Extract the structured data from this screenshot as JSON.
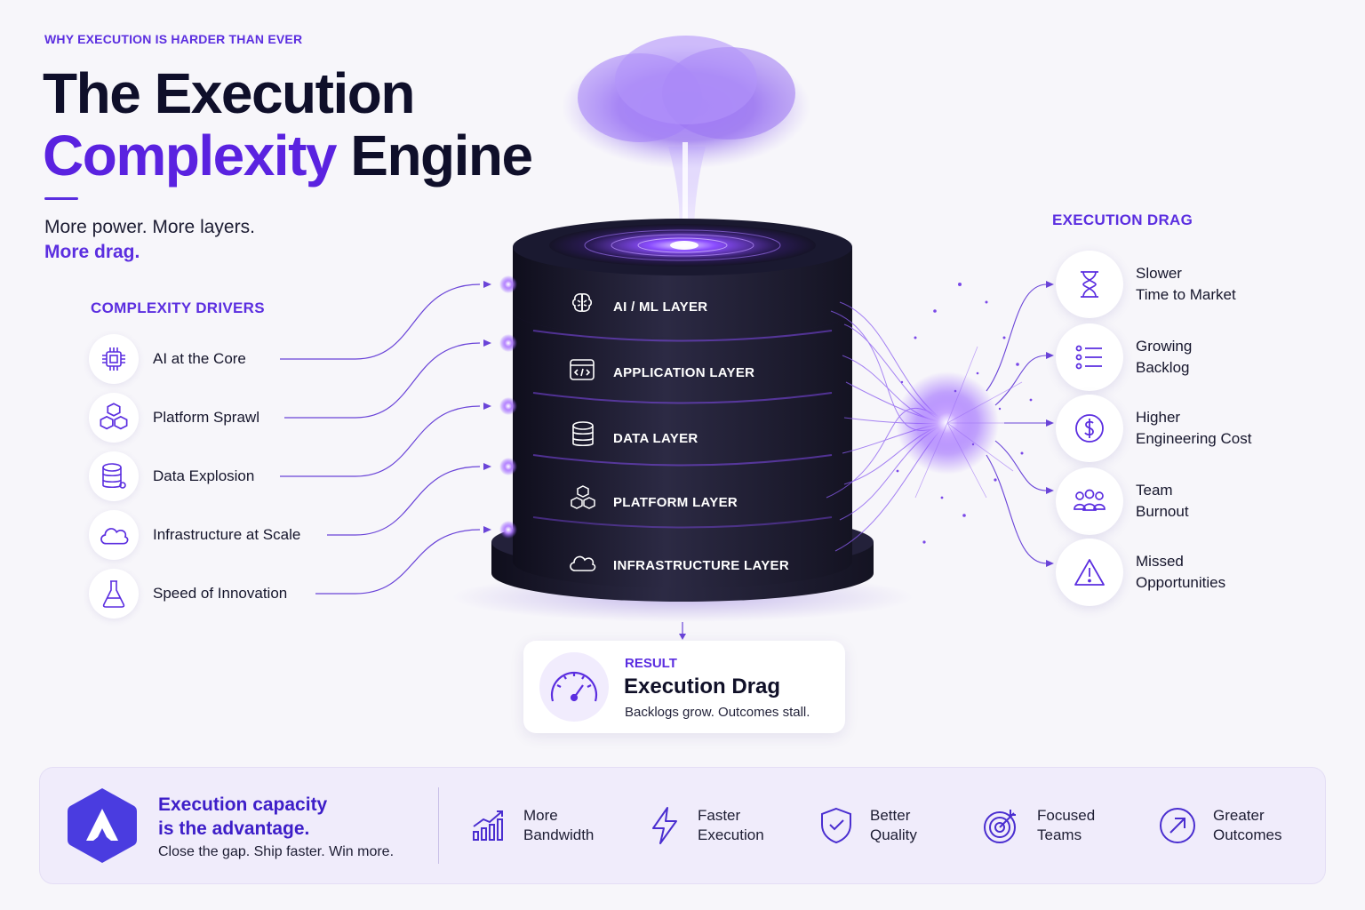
{
  "header": {
    "eyebrow": "WHY EXECUTION IS HARDER THAN EVER",
    "title_line1": "The Execution",
    "title_accent": "Complexity",
    "title_rest": " Engine",
    "subtitle_line1": "More power. More layers.",
    "subtitle_line2": "More drag."
  },
  "drivers": {
    "heading": "COMPLEXITY DRIVERS",
    "items": [
      {
        "label": "AI at the Core",
        "icon": "chip-icon"
      },
      {
        "label": "Platform Sprawl",
        "icon": "cubes-icon"
      },
      {
        "label": "Data Explosion",
        "icon": "database-icon"
      },
      {
        "label": "Infrastructure at Scale",
        "icon": "cloud-icon"
      },
      {
        "label": "Speed of Innovation",
        "icon": "flask-icon"
      }
    ]
  },
  "stack": {
    "layers": [
      {
        "label": "AI / ML LAYER",
        "icon": "brain-icon"
      },
      {
        "label": "APPLICATION LAYER",
        "icon": "code-window-icon"
      },
      {
        "label": "DATA LAYER",
        "icon": "database-icon"
      },
      {
        "label": "PLATFORM LAYER",
        "icon": "cubes-icon"
      },
      {
        "label": "INFRASTRUCTURE LAYER",
        "icon": "cloud-icon"
      }
    ]
  },
  "drag": {
    "heading": "EXECUTION DRAG",
    "items": [
      {
        "line1": "Slower",
        "line2": "Time to Market",
        "icon": "hourglass-icon"
      },
      {
        "line1": "Growing",
        "line2": "Backlog",
        "icon": "list-icon"
      },
      {
        "line1": "Higher",
        "line2": "Engineering Cost",
        "icon": "dollar-icon"
      },
      {
        "line1": "Team",
        "line2": "Burnout",
        "icon": "team-icon"
      },
      {
        "line1": "Missed",
        "line2": "Opportunities",
        "icon": "warning-icon"
      }
    ]
  },
  "result": {
    "kicker": "RESULT",
    "title": "Execution Drag",
    "caption": "Backlogs grow. Outcomes stall."
  },
  "footer": {
    "headline_line1": "Execution capacity",
    "headline_line2": "is the advantage.",
    "tagline": "Close the gap. Ship faster. Win more.",
    "benefits": [
      {
        "line1": "More",
        "line2": "Bandwidth",
        "icon": "bar-chart-icon"
      },
      {
        "line1": "Faster",
        "line2": "Execution",
        "icon": "lightning-icon"
      },
      {
        "line1": "Better",
        "line2": "Quality",
        "icon": "shield-check-icon"
      },
      {
        "line1": "Focused",
        "line2": "Teams",
        "icon": "target-icon"
      },
      {
        "line1": "Greater",
        "line2": "Outcomes",
        "icon": "arrow-up-right-icon"
      }
    ]
  },
  "colors": {
    "accent": "#5b2ee0",
    "ink": "#0f0f2a",
    "disc": "#1c1a30",
    "glow": "#8a4dff"
  }
}
